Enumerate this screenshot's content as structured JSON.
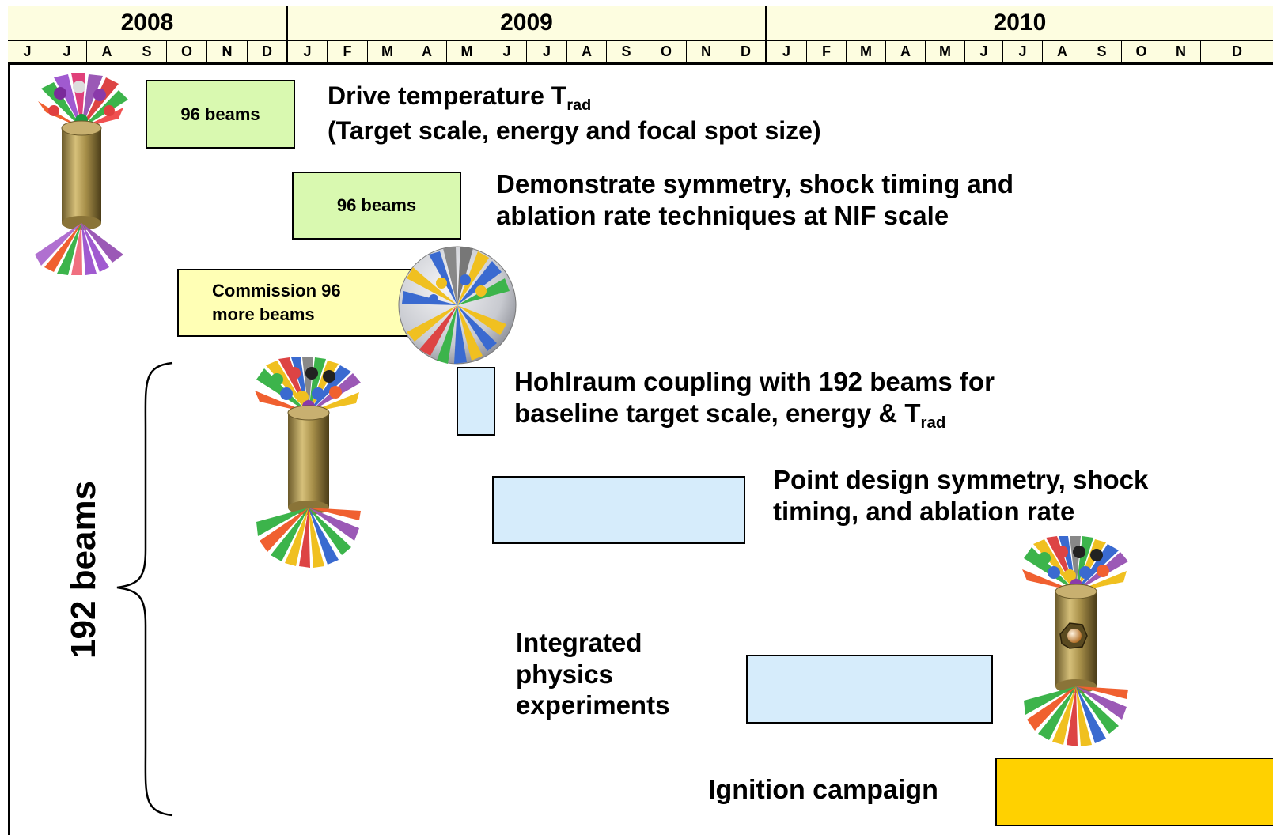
{
  "timeline": {
    "years": [
      "2008",
      "2009",
      "2010"
    ],
    "months_2008": [
      "J",
      "J",
      "A",
      "S",
      "O",
      "N",
      "D"
    ],
    "months_2009": [
      "J",
      "F",
      "M",
      "A",
      "M",
      "J",
      "J",
      "A",
      "S",
      "O",
      "N",
      "D"
    ],
    "months_2010": [
      "J",
      "F",
      "M",
      "A",
      "M",
      "J",
      "J",
      "A",
      "S",
      "O",
      "N",
      "D"
    ]
  },
  "colors": {
    "header_bg": "#fdfde0",
    "green_box": "#d9f9b0",
    "yellow_box": "#ffffb5",
    "blue_box": "#d6ecfb",
    "gold_box": "#ffd100"
  },
  "tasks": [
    {
      "box_label": "96 beams",
      "text_main": "Drive temperature T",
      "text_sub": "rad",
      "text_line2": "(Target scale, energy and focal spot size)"
    },
    {
      "box_label": "96 beams",
      "text_line1": "Demonstrate symmetry, shock timing and",
      "text_line2": "ablation rate techniques at NIF scale"
    },
    {
      "box_line1": "Commission 96",
      "box_line2": "more beams"
    },
    {
      "text_line1": "Hohlraum coupling with 192 beams for",
      "text_line2_main": "baseline target scale, energy  & T",
      "text_line2_sub": "rad"
    },
    {
      "text_line1": "Point design symmetry, shock",
      "text_line2": "timing, and ablation rate"
    },
    {
      "text_line1": "Integrated",
      "text_line2": "physics",
      "text_line3": "experiments"
    },
    {
      "text_line1": "Ignition campaign"
    }
  ],
  "bracket_label": "192 beams",
  "icons": [
    "hohlraum-96-beams-icon",
    "target-chamber-sphere-icon",
    "hohlraum-192-beams-icon",
    "ignition-capsule-hohlraum-icon"
  ]
}
